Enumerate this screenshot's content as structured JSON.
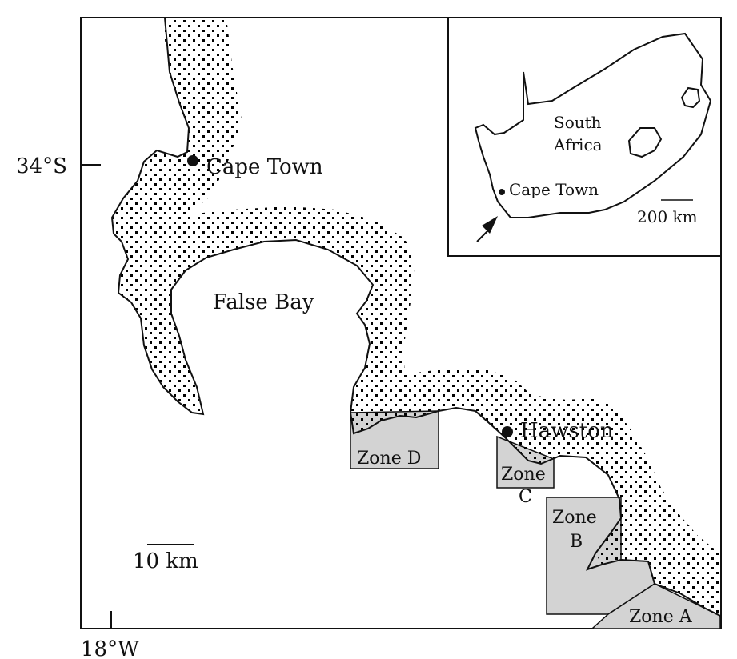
{
  "map": {
    "latitude_label": "34°S",
    "longitude_label": "18°W",
    "places": {
      "cape_town": "Cape Town",
      "false_bay": "False Bay",
      "hawston": "Hawston"
    },
    "zones": {
      "a": "Zone A",
      "b_line1": "Zone",
      "b_line2": "B",
      "c_line1": "Zone",
      "c_line2": "C",
      "d": "Zone D"
    },
    "scale_label": "10 km"
  },
  "inset": {
    "country_line1": "South",
    "country_line2": "Africa",
    "city": "Cape Town",
    "scale_label": "200 km"
  },
  "colors": {
    "zone_fill": "#d3d3d3",
    "land_stipple": "#000000",
    "ink": "#111111"
  }
}
